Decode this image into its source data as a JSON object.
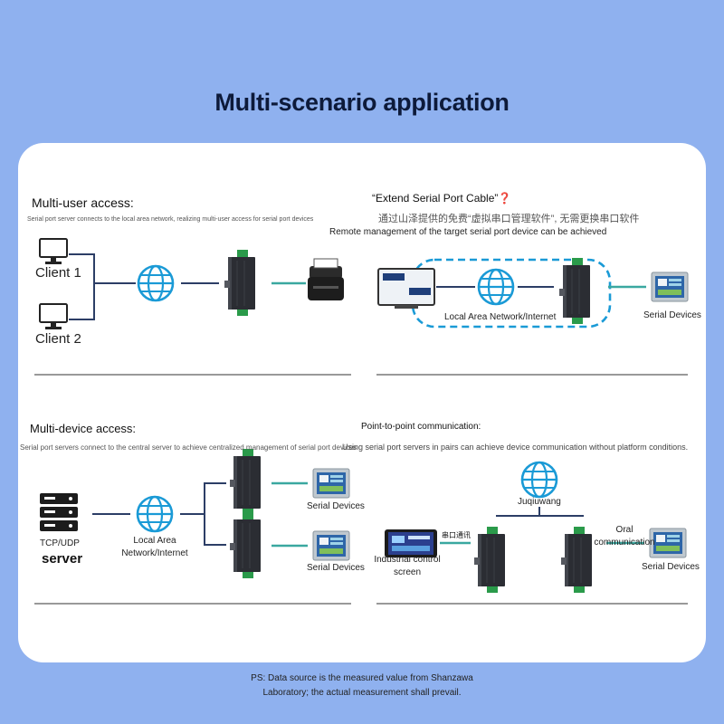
{
  "title": "Multi-scenario application",
  "footnote": {
    "line1": "PS: Data source is the measured value from Shanzawa",
    "line2": "Laboratory; the actual measurement shall prevail."
  },
  "panel_multi_user": {
    "heading": "Multi-user access:",
    "desc": "Serial port server connects to the local area network, realizing multi-user access for serial port devices",
    "client1": "Client 1",
    "client2": "Client 2"
  },
  "panel_extend": {
    "heading": "“Extend Serial Port Cable”❓",
    "cn_line": "通过山泽提供的免费“虚拟串口管理软件”, 无需更换串口软件",
    "desc": "Remote management of the target serial port device can be achieved",
    "network": "Local Area Network/Internet",
    "device": "Serial Devices"
  },
  "panel_multi_device": {
    "heading": "Multi-device access:",
    "desc": "Serial port servers connect to the central server to achieve centralized management of serial port devices",
    "server_protocol": "TCP/UDP",
    "server": "server",
    "network": "Local Area\nNetwork/Internet",
    "device1": "Serial Devices",
    "device2": "Serial Devices"
  },
  "panel_p2p": {
    "heading": "Point-to-point communication:",
    "desc": "Using serial port servers in pairs can achieve device communication without platform conditions.",
    "network": "Juqiuwang",
    "link_label": "串口通讯",
    "control": "Industrial control\nscreen",
    "oral": "Oral\ncommunication",
    "device": "Serial Devices"
  },
  "colors": {
    "background": "#8fb1ef",
    "accent": "#1a9ad6",
    "teal": "#3aa8a0",
    "navy": "#2c3e66"
  }
}
